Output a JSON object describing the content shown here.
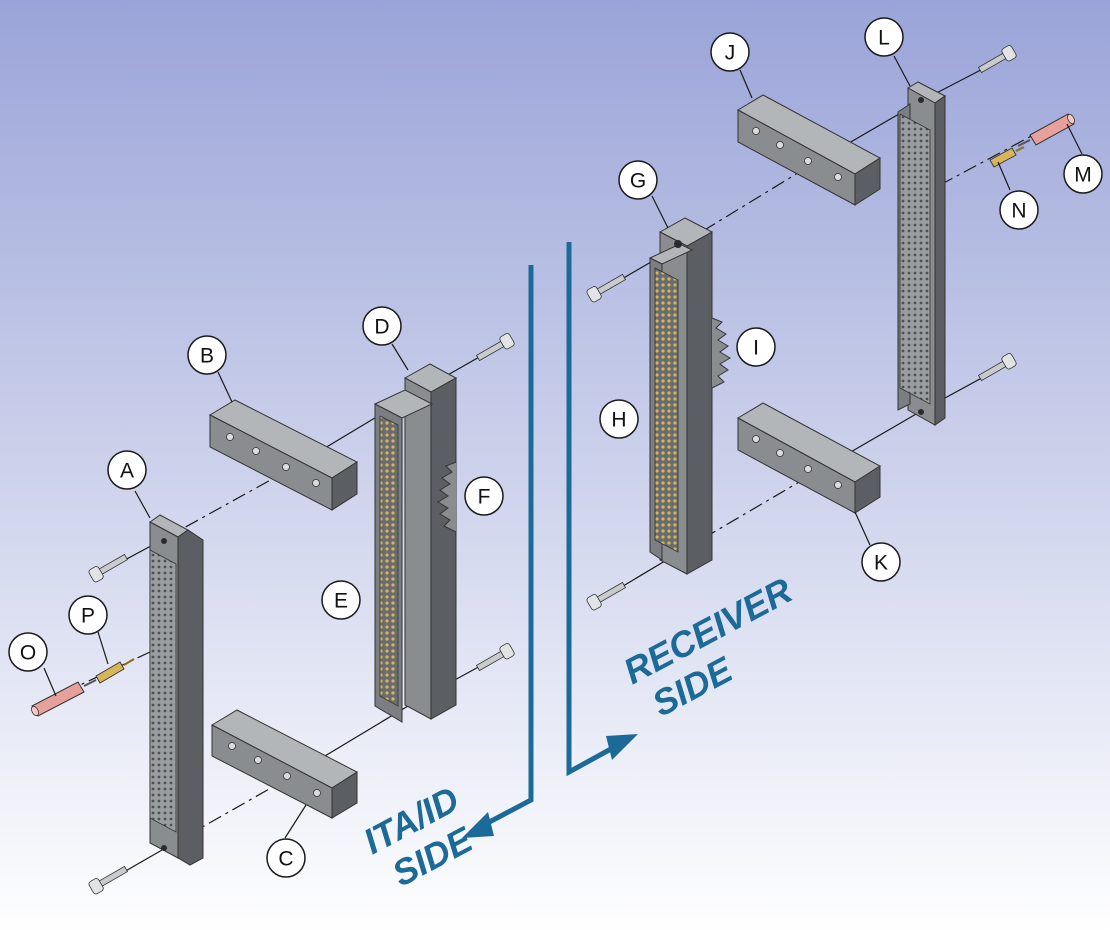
{
  "colors": {
    "background_top": "#9aa4d8",
    "background_bottom": "#ffffff",
    "part_gray": "#8a8d90",
    "part_dark": "#5b5e62",
    "part_light": "#b3b6b9",
    "pin_gold": "#c9a24a",
    "wire_pink": "#e7a09c",
    "divider_blue": "#1c6a98",
    "callout_fill": "#ffffff",
    "callout_stroke": "#1a1a1a"
  },
  "callouts": {
    "A": "A",
    "B": "B",
    "C": "C",
    "D": "D",
    "E": "E",
    "F": "F",
    "G": "G",
    "H": "H",
    "I": "I",
    "J": "J",
    "K": "K",
    "L": "L",
    "M": "M",
    "N": "N",
    "O": "O",
    "P": "P"
  },
  "side_labels": {
    "ita_line1": "ITA/ID",
    "ita_line2": "SIDE",
    "receiver_line1": "RECEIVER",
    "receiver_line2": "SIDE"
  }
}
